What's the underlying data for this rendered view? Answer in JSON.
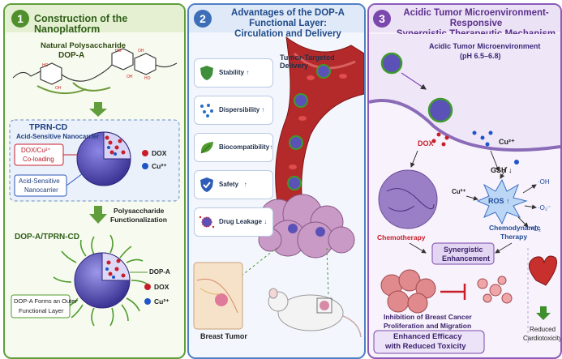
{
  "panel1": {
    "number": "1",
    "title": "Construction of the Nanoplatform",
    "polysaccharide_label": "Natural Polysaccharide",
    "polysaccharide_name": "DOP-A",
    "nanocarrier_name": "TPRN-CD",
    "nanocarrier_desc": "Acid-Sensitive Nanocarrier",
    "coloading_line1": "DOX/Cu²⁺",
    "coloading_line2": "Co-loading",
    "acid_box_line1": "Acid-Sensitive",
    "acid_box_line2": "Nanocarrier",
    "legend_dox": "DOX",
    "legend_cu": "Cu²⁺",
    "func_line1": "Polysaccharide",
    "func_line2": "Functionalization",
    "final_name": "DOP-A/TPRN-CD",
    "outer_layer_line1": "DOP-A Forms an Outer",
    "outer_layer_line2": "Functional Layer",
    "dopa_tag": "DOP-A",
    "legend2_dox": "DOX",
    "legend2_cu": "Cu²⁺"
  },
  "panel2": {
    "number": "2",
    "title_line1": "Advantages of the DOP-A Functional Layer:",
    "title_line2": "Circulation and Delivery",
    "delivery_label": "Tumor-Targeted Delivery",
    "tumor_label": "Breast Tumor",
    "advantages": [
      {
        "label": "Stability",
        "arrow": "↑",
        "icon": "shield-icon"
      },
      {
        "label": "Dispersibility",
        "arrow": "↑",
        "icon": "particles-icon"
      },
      {
        "label": "Biocompatibility",
        "arrow": "↑",
        "icon": "leaf-icon"
      },
      {
        "label": "Safety",
        "arrow": "↑",
        "icon": "check-shield-icon"
      },
      {
        "label": "Drug Leakage",
        "arrow": "↓",
        "icon": "leaking-particle-icon"
      }
    ]
  },
  "panel3": {
    "number": "3",
    "title_line1": "Acidic Tumor Microenvironment-Responsive",
    "title_line2": "Synergistic Therapeutic Mechanism",
    "tme_line1": "Acidic Tumor Microenvironment",
    "tme_line2": "(pH 6.5–6.8)",
    "dox": "DOX",
    "cu": "Cu²⁺",
    "gsh": "GSH ↓",
    "cu2": "Cu²⁺",
    "ros": "ROS ↑",
    "oh": "·OH",
    "o2": "·O₂⁻",
    "singlet": "¹O₂",
    "chemo": "Chemotherapy",
    "cdt_line1": "Chemodynamic",
    "cdt_line2": "Therapy",
    "syn_line1": "Synergistic",
    "syn_line2": "Enhancement",
    "inhib_line1": "Inhibition of Breast Cancer",
    "inhib_line2": "Proliferation and Migration",
    "eff_line1": "Enhanced Efficacy",
    "eff_line2": "with Reduced Toxicity",
    "cardio_line1": "Reduced",
    "cardio_line2": "Cardiotoxicity"
  },
  "colors": {
    "panel1_border": "#5f9e3b",
    "panel2_border": "#4f7fc4",
    "panel3_border": "#8a5bb9",
    "dox_red": "#c81e2a",
    "cu_blue": "#1f55c8",
    "nanoparticle_purple": "#5b52b8"
  }
}
